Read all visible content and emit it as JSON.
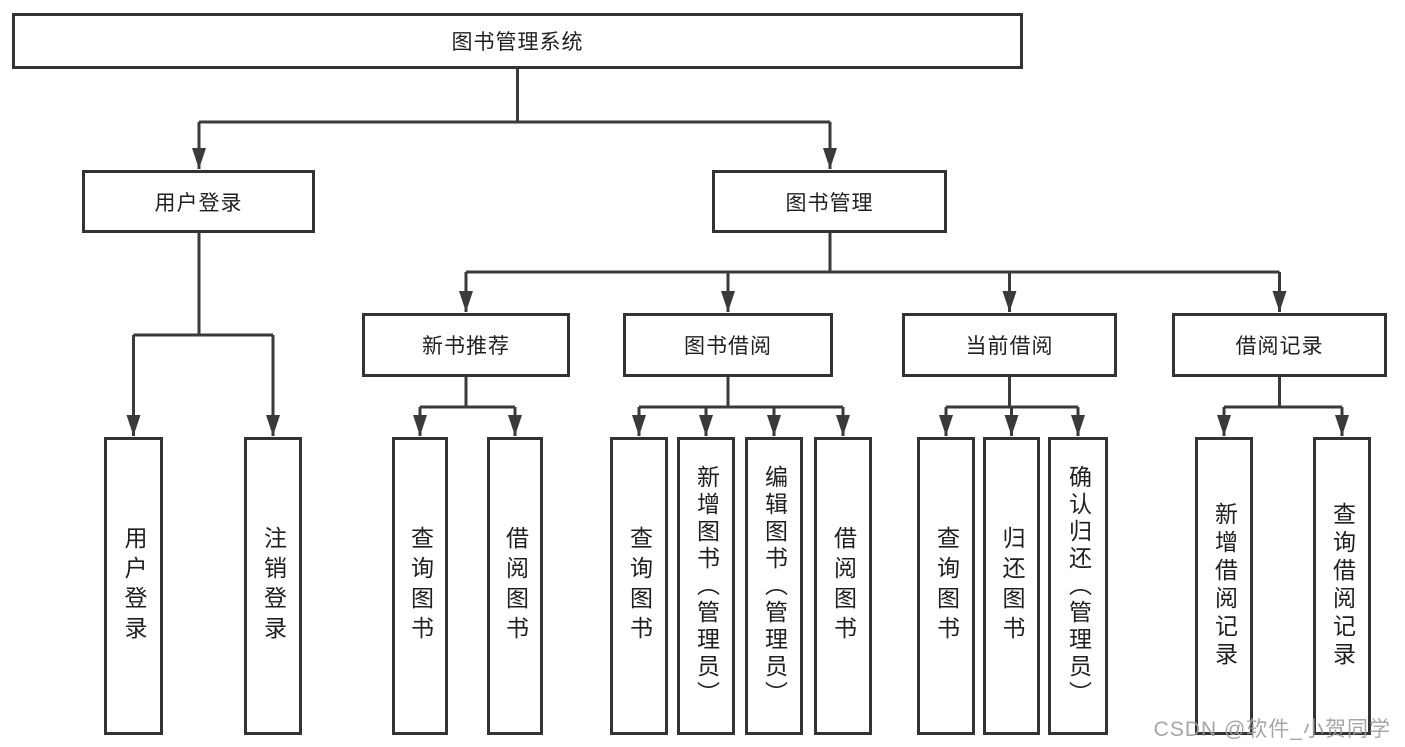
{
  "title": "图书管理系统",
  "watermark": "CSDN @软件_小贺同学",
  "colors": {
    "line": "#3a3a3a",
    "box_border": "#333333",
    "box_background": "#ffffff",
    "text": "#1f1f1f",
    "watermark": "#9e9e9e",
    "background": "#ffffff"
  },
  "tree": {
    "root": {
      "label": "图书管理系统"
    },
    "branches": [
      {
        "label": "用户登录",
        "children": [
          {
            "label": "用户登录"
          },
          {
            "label": "注销登录"
          }
        ]
      },
      {
        "label": "图书管理",
        "groups": [
          {
            "label": "新书推荐",
            "children": [
              {
                "label": "查询图书"
              },
              {
                "label": "借阅图书"
              }
            ]
          },
          {
            "label": "图书借阅",
            "children": [
              {
                "label": "查询图书"
              },
              {
                "label": "新增图书（管理员）"
              },
              {
                "label": "编辑图书（管理员）"
              },
              {
                "label": "借阅图书"
              }
            ]
          },
          {
            "label": "当前借阅",
            "children": [
              {
                "label": "查询图书"
              },
              {
                "label": "归还图书"
              },
              {
                "label": "确认归还（管理员）"
              }
            ]
          },
          {
            "label": "借阅记录",
            "children": [
              {
                "label": "新增借阅记录"
              },
              {
                "label": "查询借阅记录"
              }
            ]
          }
        ]
      }
    ]
  }
}
